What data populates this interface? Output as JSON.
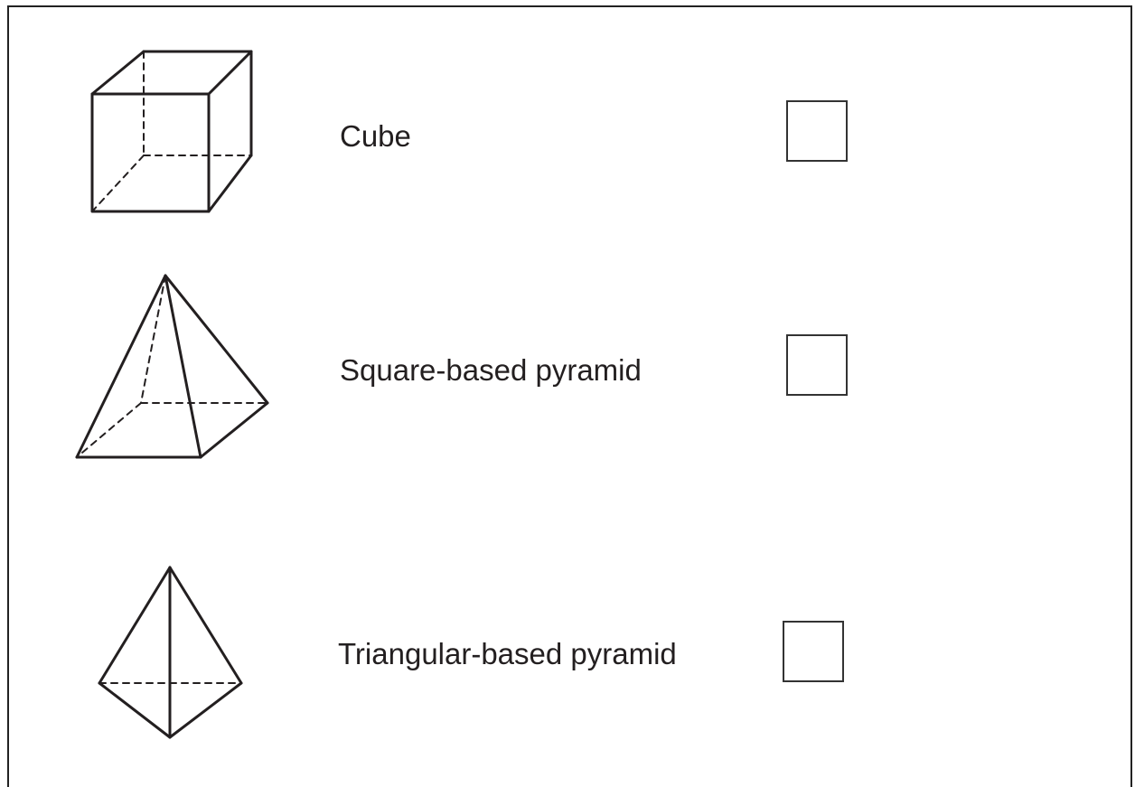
{
  "items": [
    {
      "label": "Cube",
      "icon": "cube-icon",
      "checked": false
    },
    {
      "label": "Square-based pyramid",
      "icon": "square-pyramid-icon",
      "checked": false
    },
    {
      "label": "Triangular-based pyramid",
      "icon": "triangular-pyramid-icon",
      "checked": false
    }
  ],
  "colors": {
    "line": "#231f20",
    "box_border": "#333333",
    "background": "#ffffff"
  }
}
